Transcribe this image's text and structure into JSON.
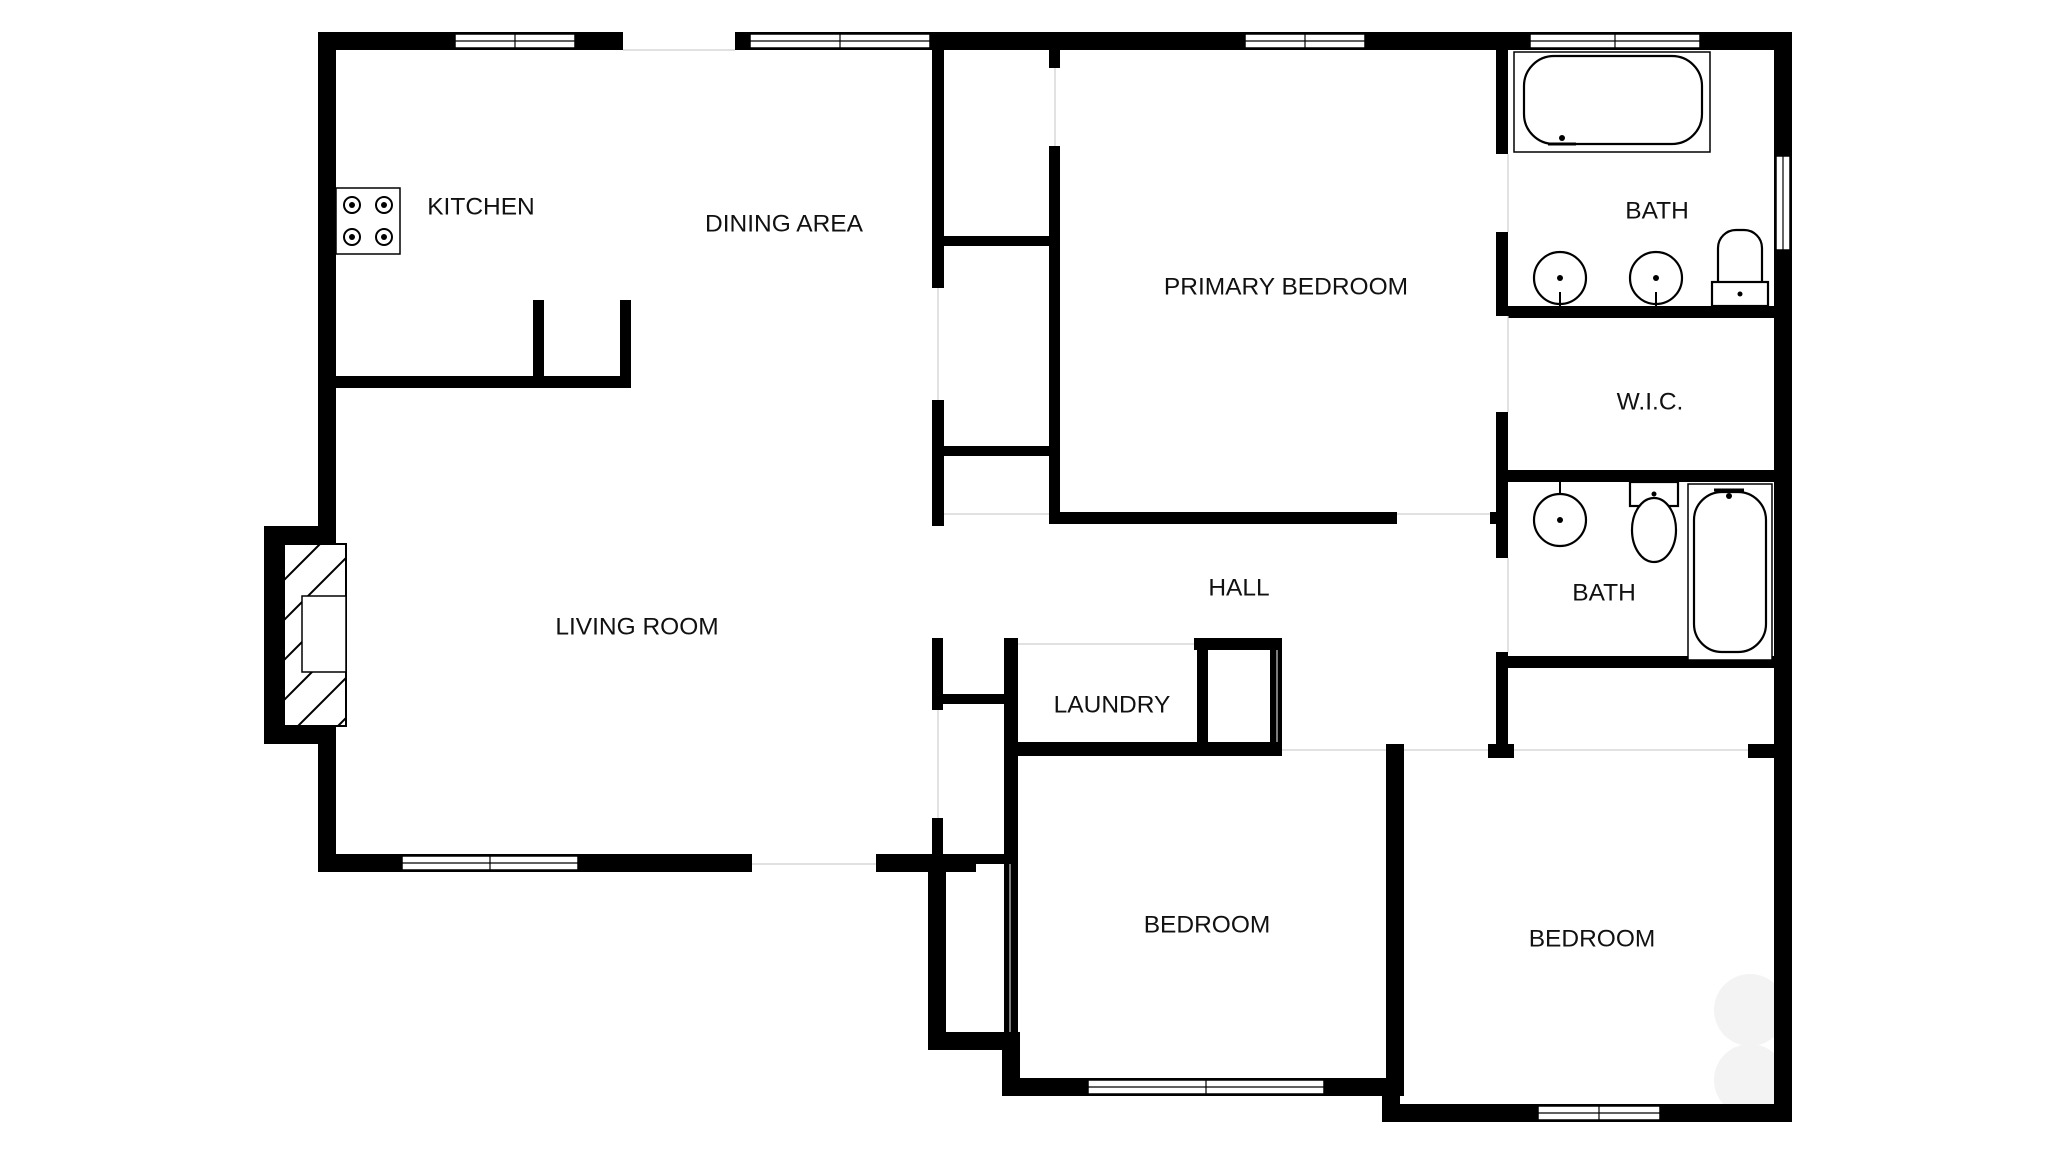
{
  "plan": {
    "rooms": {
      "kitchen": "KITCHEN",
      "dining_area": "DINING AREA",
      "primary_bedroom": "PRIMARY BEDROOM",
      "bath_primary": "BATH",
      "wic": "W.I.C.",
      "bath_hall": "BATH",
      "hall": "HALL",
      "living_room": "LIVING ROOM",
      "laundry": "LAUNDRY",
      "bedroom_2": "BEDROOM",
      "bedroom_3": "BEDROOM"
    },
    "colors": {
      "wall": "#000000",
      "background": "#ffffff",
      "label": "#111111"
    }
  }
}
